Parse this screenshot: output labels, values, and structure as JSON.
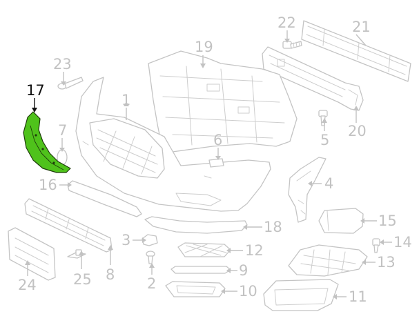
{
  "diagram": {
    "highlighted_part": "17",
    "highlight_color": "#4fc21b",
    "line_color": "#c4c4c4",
    "callouts": {
      "p1": "1",
      "p2": "2",
      "p3": "3",
      "p4": "4",
      "p5": "5",
      "p6": "6",
      "p7": "7",
      "p8": "8",
      "p9": "9",
      "p10": "10",
      "p11": "11",
      "p12": "12",
      "p13": "13",
      "p14": "14",
      "p15": "15",
      "p16": "16",
      "p17": "17",
      "p18": "18",
      "p19": "19",
      "p20": "20",
      "p21": "21",
      "p22": "22",
      "p23": "23",
      "p24": "24",
      "p25": "25"
    }
  }
}
